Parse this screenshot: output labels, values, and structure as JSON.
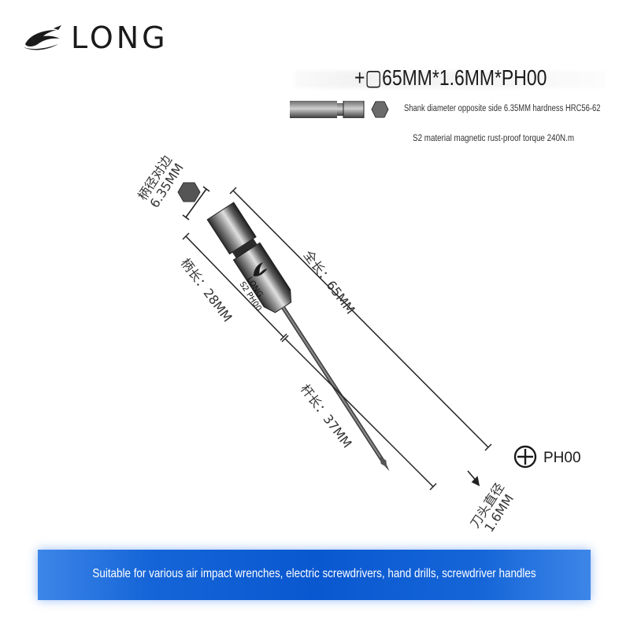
{
  "brand": {
    "name": "LONG"
  },
  "product": {
    "title": "+▢65MM*1.6MM*PH00",
    "spec_line_1": "Shank diameter opposite side 6.35MM hardness HRC56-62",
    "spec_line_2": "S2 material magnetic rust-proof torque 240N.m",
    "bit_marking_brand": "LONG",
    "bit_marking_code": "S2 PH00"
  },
  "dimensions": {
    "shank_hex_label": "柄径对边",
    "shank_hex_value": "6.35MM",
    "overall_length": "全长：65MM",
    "shank_length": "柄长：28MM",
    "rod_length": "杆长：37MM",
    "tip_diameter_label": "刀头直径",
    "tip_diameter_value": "1.6MM",
    "tip_type": "PH00"
  },
  "banner": {
    "text": "Suitable for various air impact wrenches, electric screwdrivers, hand drills, screwdriver handles"
  },
  "colors": {
    "banner_blue": "#0a58d0",
    "steel_dark": "#3a3a3a",
    "steel_light": "#bdbdbd"
  },
  "icons": [
    "long-swoosh-logo-icon",
    "hexagon-icon",
    "phillips-cross-icon"
  ]
}
